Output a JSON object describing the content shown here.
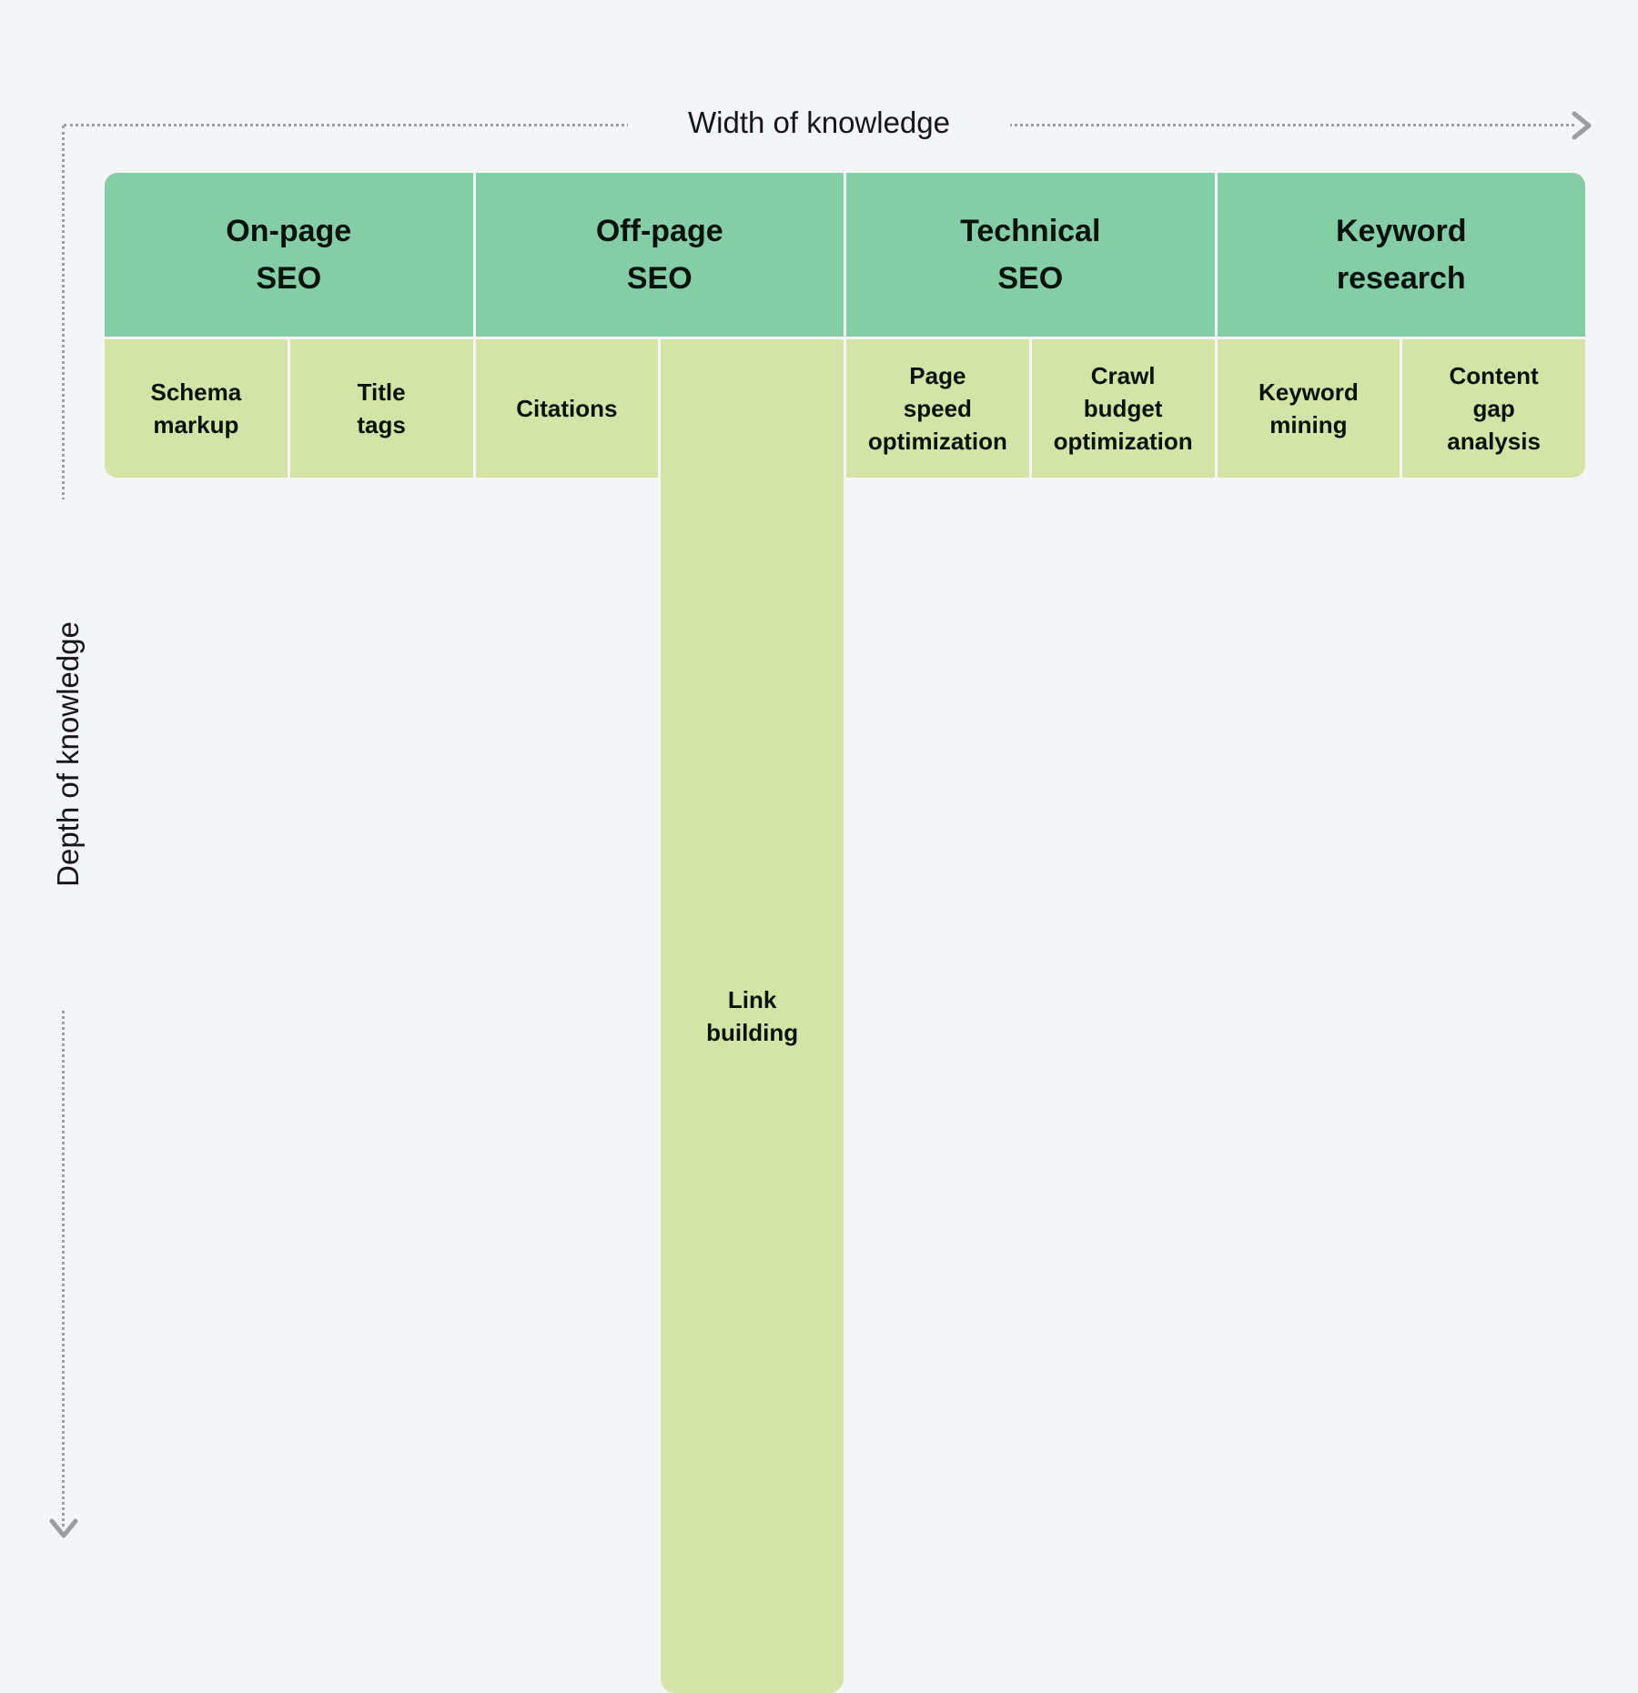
{
  "axes": {
    "x_label": "Width of knowledge",
    "y_label": "Depth of knowledge",
    "x_arrow_icon": "chevron-right-icon",
    "y_arrow_icon": "chevron-down-icon"
  },
  "colors": {
    "background": "#f4f5f7",
    "pillar": "#85cda7",
    "subcell": "#d4e3a6",
    "axis": "#9b9fa4",
    "text": "#07120c"
  },
  "chart_data": {
    "type": "table",
    "title": "Width of knowledge",
    "xlabel": "Width of knowledge",
    "ylabel": "Depth of knowledge",
    "grid": false,
    "legend": "none",
    "categories": [
      "On-page\nSEO",
      "Off-page\nSEO",
      "Technical\nSEO",
      "Keyword\nresearch"
    ],
    "columns": [
      {
        "pillar": "On-page\nSEO",
        "cells": [
          {
            "label": "Schema\nmarkup",
            "depth": 1
          },
          {
            "label": "Title\ntags",
            "depth": 1
          }
        ]
      },
      {
        "pillar": "Off-page\nSEO",
        "cells": [
          {
            "label": "Citations",
            "depth": 1
          },
          {
            "label": "Link\nbuilding",
            "depth": 10
          }
        ]
      },
      {
        "pillar": "Technical\nSEO",
        "cells": [
          {
            "label": "Page\nspeed\noptimization",
            "depth": 1
          },
          {
            "label": "Crawl\nbudget\noptimization",
            "depth": 1
          }
        ]
      },
      {
        "pillar": "Keyword\nresearch",
        "cells": [
          {
            "label": "Keyword\nmining",
            "depth": 1
          },
          {
            "label": "Content\ngap\nanalysis",
            "depth": 1
          }
        ]
      }
    ]
  },
  "pillars": [
    {
      "label": "On-page\nSEO"
    },
    {
      "label": "Off-page\nSEO"
    },
    {
      "label": "Technical\nSEO"
    },
    {
      "label": "Keyword\nresearch"
    }
  ],
  "subcells": [
    {
      "label": "Schema\nmarkup",
      "deep": false
    },
    {
      "label": "Title\ntags",
      "deep": false
    },
    {
      "label": "Citations",
      "deep": false
    },
    {
      "label": "Link\nbuilding",
      "deep": true
    },
    {
      "label": "Page\nspeed\noptimization",
      "deep": false
    },
    {
      "label": "Crawl\nbudget\noptimization",
      "deep": false
    },
    {
      "label": "Keyword\nmining",
      "deep": false
    },
    {
      "label": "Content\ngap\nanalysis",
      "deep": false
    }
  ]
}
